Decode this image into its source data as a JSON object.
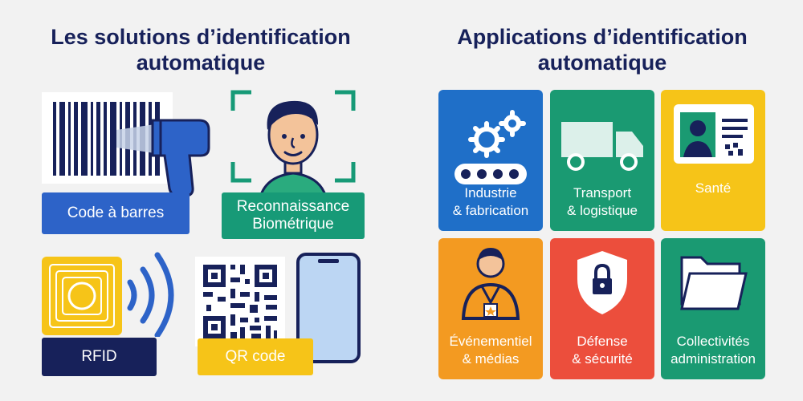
{
  "left": {
    "title_line1": "Les solutions d’identification",
    "title_line2": "automatique",
    "items": {
      "barcode": {
        "label": "Code à barres"
      },
      "biometric": {
        "label_line1": "Reconnaissance",
        "label_line2": "Biométrique"
      },
      "rfid": {
        "label": "RFID"
      },
      "qr": {
        "label": "QR code"
      }
    }
  },
  "right": {
    "title_line1": "Applications d’identification",
    "title_line2": "automatique",
    "tiles": [
      {
        "line1": "Industrie",
        "line2": "& fabrication",
        "color": "#1f6fc8",
        "icon": "gears-conveyor-icon"
      },
      {
        "line1": "Transport",
        "line2": "& logistique",
        "color": "#1a9a72",
        "icon": "truck-icon"
      },
      {
        "line1": "Santé",
        "line2": "",
        "color": "#f6c418",
        "icon": "id-card-icon"
      },
      {
        "line1": "Événementiel",
        "line2": "& médias",
        "color": "#f39a21",
        "icon": "badge-person-icon"
      },
      {
        "line1": "Défense",
        "line2": "& sécurité",
        "color": "#ec4e3c",
        "icon": "shield-lock-icon"
      },
      {
        "line1": "Collectivités",
        "line2": "administration",
        "color": "#1a9a72",
        "icon": "folder-icon"
      }
    ]
  },
  "colors": {
    "navy": "#17215a",
    "blue": "#2d63c8",
    "green": "#179a77",
    "yellow": "#f6c418"
  }
}
